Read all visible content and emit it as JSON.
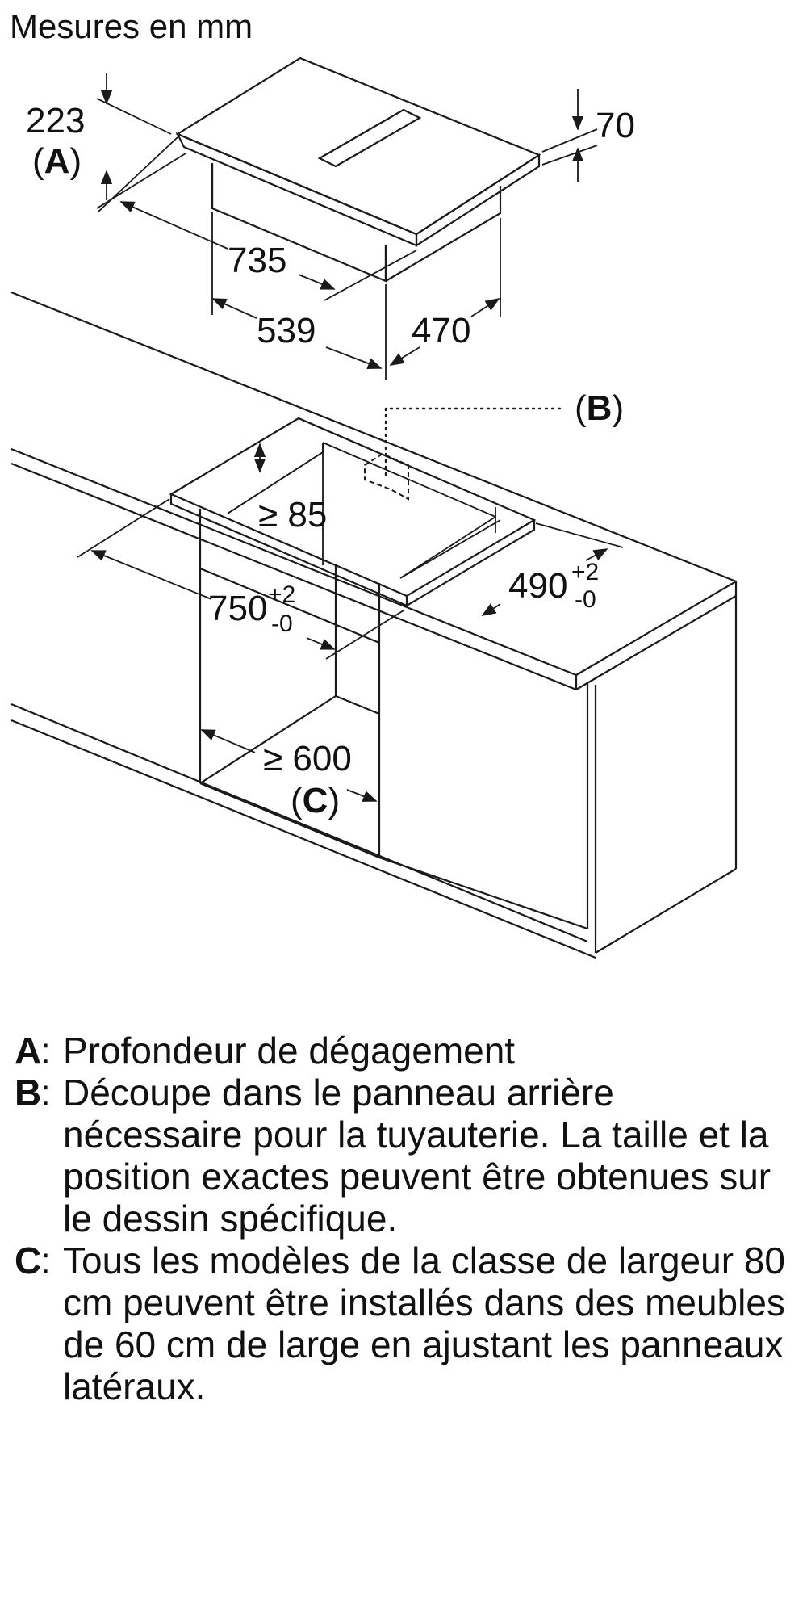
{
  "title": "Mesures en mm",
  "dimensions": {
    "hob_depth_clearance": "223",
    "hob_thickness": "70",
    "hob_width": "735",
    "box_width": "539",
    "box_depth": "470",
    "min_clearance_top": "≥ 85",
    "cutout_width": "750",
    "cutout_depth": "490",
    "tolerance_plus": "+2",
    "tolerance_minus": "-0",
    "cabinet_width": "≥ 600"
  },
  "markers": {
    "a_open": "(",
    "a_key": "A",
    "a_close": ")",
    "b_open": "(",
    "b_key": "B",
    "b_close": ")",
    "c_open": "(",
    "c_key": "C",
    "c_close": ")"
  },
  "legend": [
    {
      "key": "A",
      "colon": ":",
      "text": "Profondeur de dégagement"
    },
    {
      "key": "B",
      "colon": ":",
      "text": "Découpe dans le panneau arrière nécessaire pour la tuyauterie. La taille et la position exactes peuvent être obtenues sur le dessin spécifique."
    },
    {
      "key": "C",
      "colon": ":",
      "text": "Tous les modèles de la classe de largeur 80 cm peuvent être installés dans des meubles de 60 cm de large en ajustant les panneaux latéraux."
    }
  ]
}
